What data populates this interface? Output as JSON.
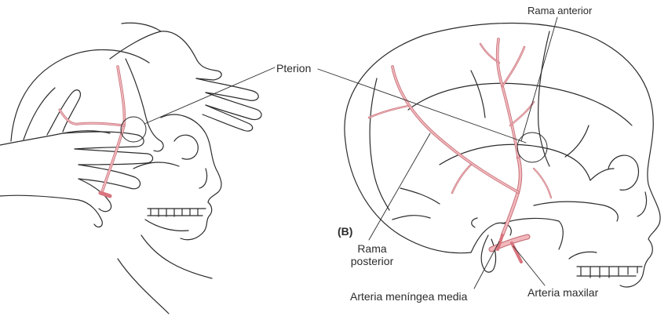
{
  "labels": {
    "pterion": "Pterion",
    "rama_anterior": "Rama anterior",
    "panel_b": "(B)",
    "rama_posterior_line1": "Rama",
    "rama_posterior_line2": "posterior",
    "arteria_meningea_media": "Arteria meníngea media",
    "arteria_maxilar": "Arteria maxilar"
  },
  "colors": {
    "outline": "#2b2b2b",
    "artery_fill": "#f2b8bd",
    "artery_stroke": "#c47078",
    "artery_dark": "#d9747e"
  }
}
